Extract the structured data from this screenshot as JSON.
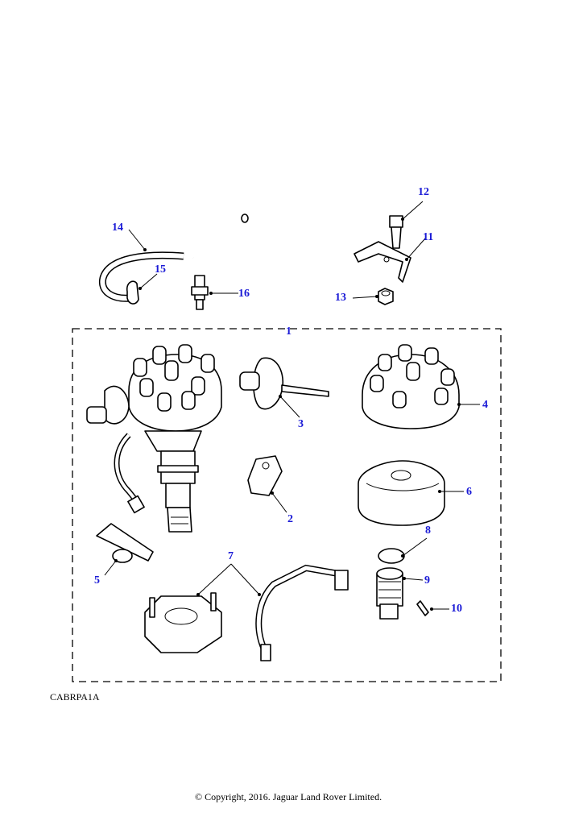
{
  "callouts": {
    "c1": "1",
    "c2": "2",
    "c3": "3",
    "c4": "4",
    "c5": "5",
    "c6": "6",
    "c7": "7",
    "c8": "8",
    "c9": "9",
    "c10": "10",
    "c11": "11",
    "c12": "12",
    "c13": "13",
    "c14": "14",
    "c15": "15",
    "c16": "16"
  },
  "diagram_code": "CABRPA1A",
  "copyright": "© Copyright, 2016. Jaguar Land Rover Limited.",
  "colors": {
    "callout": "#1a1ad6",
    "line": "#000000",
    "background": "#ffffff"
  }
}
